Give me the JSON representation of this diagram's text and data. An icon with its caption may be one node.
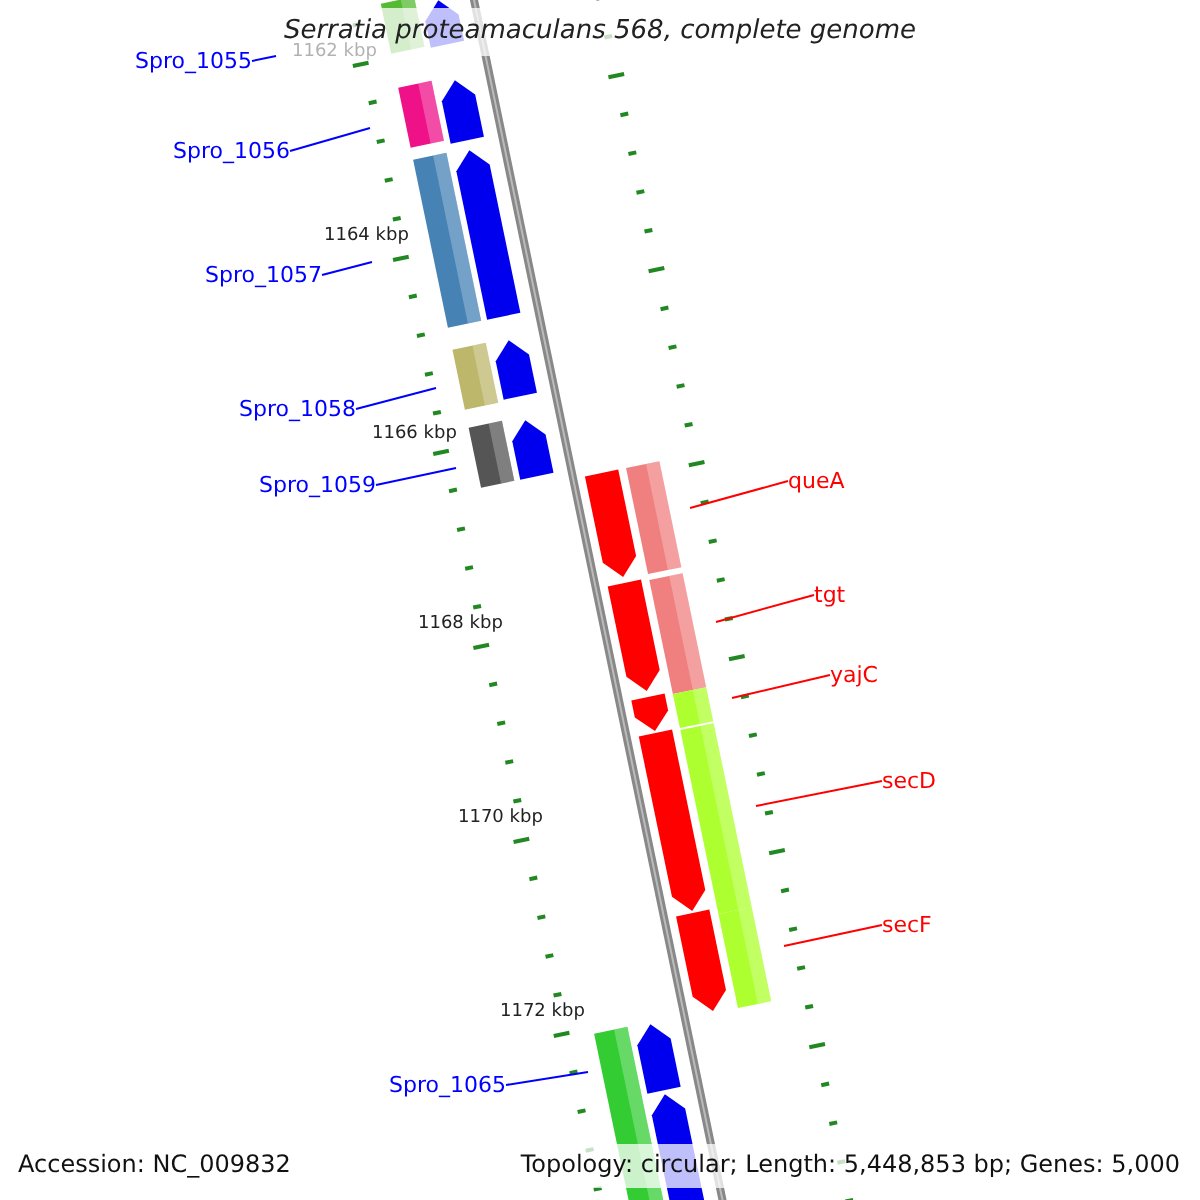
{
  "diagram": {
    "title": "Serratia proteamaculans 568, complete genome",
    "nodes": [
      {
        "text": [
          "Spro_1055"
        ]
      },
      {
        "text": [
          "Spro_1056"
        ]
      },
      {
        "text": [
          "Spro_1057"
        ]
      },
      {
        "text": [
          "Spro_1058"
        ]
      },
      {
        "text": [
          "Spro_1059"
        ]
      },
      {
        "text": [
          "queA"
        ]
      },
      {
        "text": [
          "tgt"
        ]
      },
      {
        "text": [
          "yajC"
        ]
      },
      {
        "text": [
          "secD"
        ]
      },
      {
        "text": [
          "secF"
        ]
      },
      {
        "text": [
          "Spro_1065"
        ]
      }
    ],
    "edges": [
      {
        "from": 0,
        "to": null,
        "arrow": "none"
      },
      {
        "from": 1,
        "to": null,
        "arrow": "none"
      },
      {
        "from": 2,
        "to": null,
        "arrow": "none"
      },
      {
        "from": 3,
        "to": null,
        "arrow": "none"
      },
      {
        "from": 4,
        "to": null,
        "arrow": "none"
      },
      {
        "from": 5,
        "to": null,
        "arrow": "none",
        "color": "#ff0000"
      },
      {
        "from": 6,
        "to": null,
        "arrow": "none",
        "color": "#ff0000"
      },
      {
        "from": 7,
        "to": null,
        "arrow": "none",
        "color": "#ff0000"
      },
      {
        "from": 8,
        "to": null,
        "arrow": "none",
        "color": "#ff0000"
      },
      {
        "from": 9,
        "to": null,
        "arrow": "none",
        "color": "#ff0000"
      },
      {
        "from": 10,
        "to": null,
        "arrow": "none"
      }
    ],
    "labels": [
      "1162 kbp",
      "1164 kbp",
      "1166 kbp",
      "1168 kbp",
      "1170 kbp",
      "1172 kbp",
      "Accession: NC_009832",
      "Topology: circular; Length: 5,448,853 bp; Genes: 5,000"
    ]
  }
}
